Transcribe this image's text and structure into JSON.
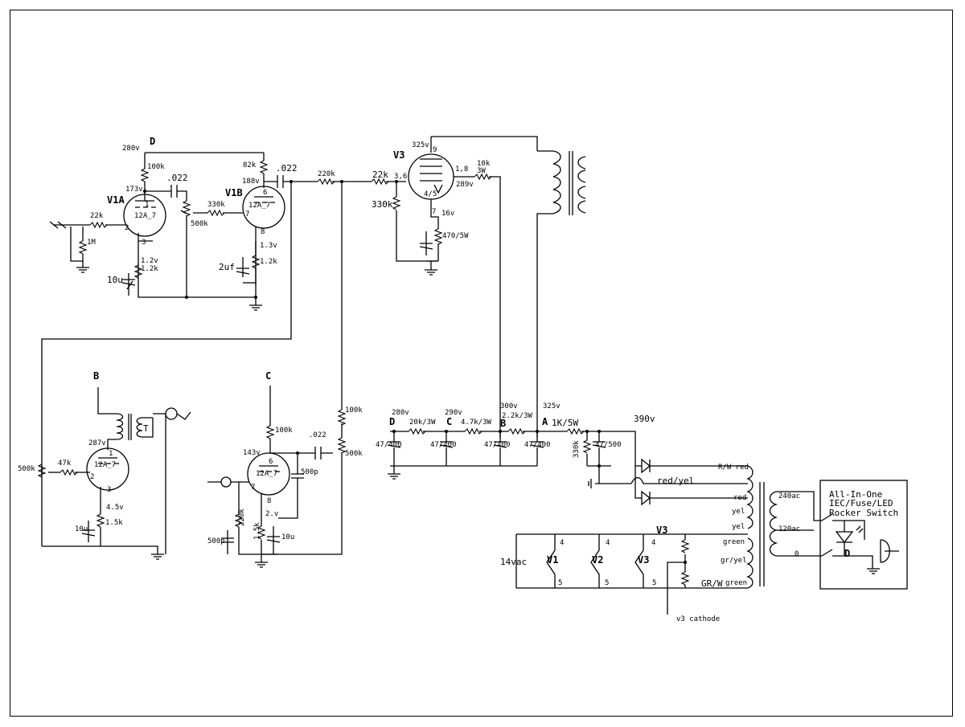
{
  "labels": {
    "v280_top": "280v",
    "node_D_top": "D",
    "r100k_v1a": "100k",
    "v173": "173v",
    "cap_022_a": ".022",
    "v1a": "V1A",
    "r22k_in": "22k",
    "r1m": "1M",
    "pin1_a": "1",
    "tube_12a7_a": "12A_7",
    "pin2_a": "2",
    "pin3_a": "3",
    "v12_a": "1.2v",
    "r12k_a": "1.2k",
    "c10u_a": "10u",
    "r82k": "82k",
    "v188": "188v",
    "cap_022_b": ".022",
    "v1b": "V1B",
    "r330k_a": "330k",
    "pot500k_a": "500k",
    "pin6_b": "6",
    "tube_12a7_b": "12A_7",
    "pin7_b": "7",
    "pin8_b": "8",
    "v13": "1.3v",
    "r12k_b": "1.2k",
    "c2uf": "2uf",
    "r220k_a": "220k",
    "r22k_v3": "22k",
    "pins36": "3,6",
    "r330k_v3": "330k",
    "v3": "V3",
    "v325_v3": "325v",
    "pin9": "9",
    "pins18": "1,8",
    "r10k3w_a": "10k",
    "r10k3w_b": "3W",
    "v289": "289v",
    "pins45": "4/5",
    "pin7_v3": "7",
    "v16": "16v",
    "r470_5w": "470/5W",
    "node_B_left": "B",
    "v287": "287v",
    "trans_T": "T",
    "pot500k_b": "500k",
    "r47k": "47k",
    "pin1_c": "1",
    "tube_12a7_c": "12A_7",
    "pin2_c": "2",
    "pin3_c": "3",
    "v45": "4.5v",
    "c10u_c": "10u",
    "r15k_c": "1.5k",
    "node_C_left": "C",
    "r100k_d": "100k",
    "v143": "143v",
    "cap_022_d": ".022",
    "c500p_a": "500p",
    "r100k_e": "100k",
    "pot500k_d": "500k",
    "pin6_d": "6",
    "tube_12a7_d": "12A_7",
    "pin7_d": "7",
    "pin8_d": "8",
    "v2": "2.v",
    "c500p_b": "500p",
    "r220k_d": "220k",
    "r15k_d": "1.5k",
    "c10u_d": "10u",
    "v280_ps": "280v",
    "v290": "290v",
    "v300": "300v",
    "v325_ps": "325v",
    "node_D_ps": "D",
    "r20k3w": "20k/3W",
    "node_C_ps": "C",
    "r47k3w": "4.7k/3W",
    "node_B_ps": "B",
    "r22k3w": "2.2k/3W",
    "node_A_ps": "A",
    "r1k5w": "1K/5W",
    "v390": "390v",
    "cap_47_400_a": "47/400",
    "cap_47_400_b": "47/400",
    "cap_47_400_c": "47/400",
    "cap_47_400_d": "47/400",
    "r330k_ps": "330k",
    "cap_47_500": "47/500",
    "rw_red": "R/W red",
    "red_yel": "red/yel",
    "red": "red",
    "yel_a": "yel",
    "yel_b": "yel",
    "green_a": "green",
    "gr_yel": "gr/yel",
    "gr_w": "GR/W",
    "green_b": "green",
    "v3_heater": "V3",
    "vac14": "14vac",
    "h_v1": "V1",
    "h_v2": "V2",
    "h_v3": "V3",
    "h4_a": "4",
    "h4_b": "4",
    "h4_c": "4",
    "h5_a": "5",
    "h5_b": "5",
    "h5_c": "5",
    "v3_cathode": "v3 cathode",
    "ac240": "240ac",
    "ac120": "120ac",
    "ac0": "0",
    "switch_title_1": "All-In-One",
    "switch_title_2": "IEC/Fuse/LED",
    "switch_title_3": "Rocker Switch",
    "node_D_switch": "D"
  }
}
